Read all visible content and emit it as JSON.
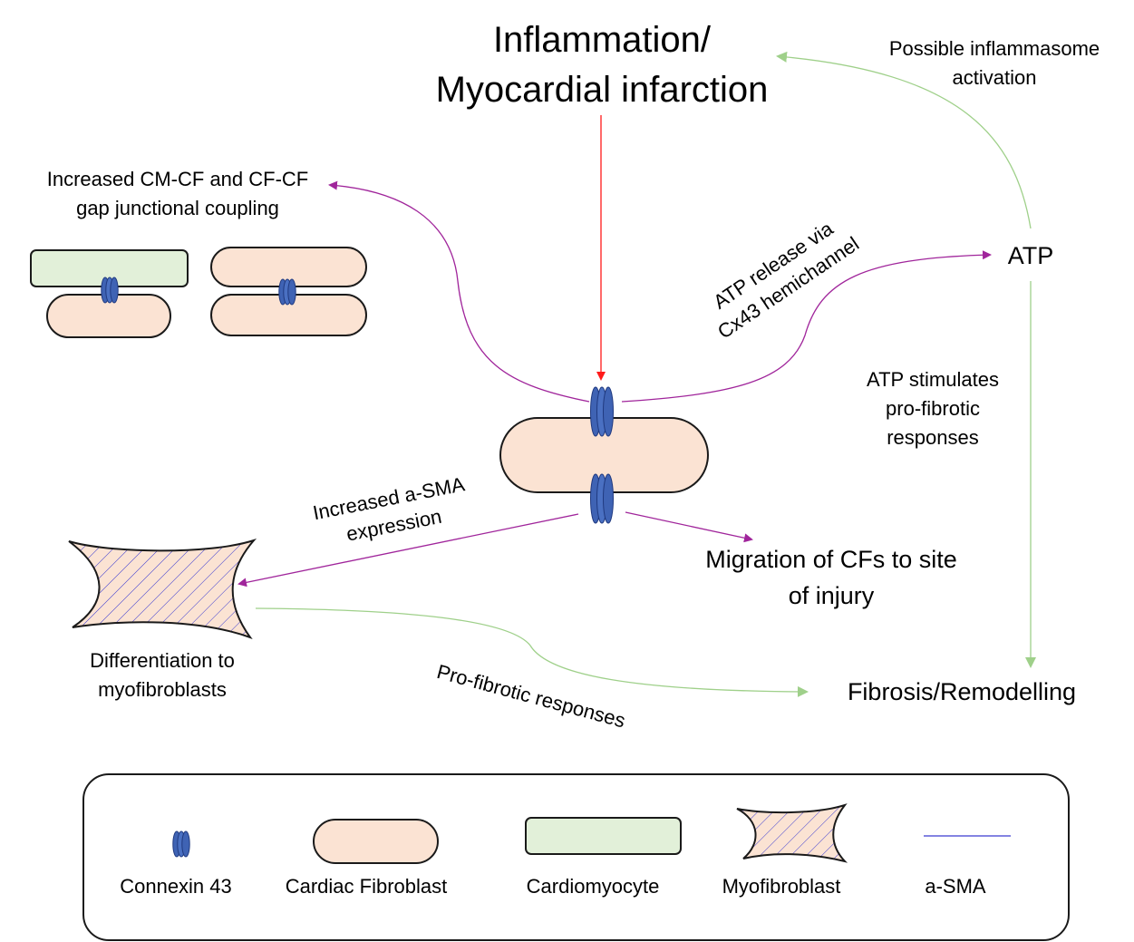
{
  "title": {
    "line1": "Inflammation/",
    "line2": "Myocardial infarction"
  },
  "labels": {
    "coupling_line1": "Increased CM-CF and CF-CF",
    "coupling_line2": "gap junctional coupling",
    "atp_release_line1": "ATP release via",
    "atp_release_line2": "Cx43 hemichannel",
    "atp": "ATP",
    "inflammasome_line1": "Possible inflammasome",
    "inflammasome_line2": "activation",
    "atp_stim_line1": "ATP stimulates",
    "atp_stim_line2": "pro-fibrotic",
    "atp_stim_line3": "responses",
    "asma_line1": "Increased a-SMA",
    "asma_line2": "expression",
    "migration_line1": "Migration of CFs to site",
    "migration_line2": "of injury",
    "diff_line1": "Differentiation to",
    "diff_line2": "myofibroblasts",
    "profibrotic": "Pro-fibrotic responses",
    "fibrosis": "Fibrosis/Remodelling"
  },
  "legend": {
    "items": [
      {
        "label": "Connexin 43",
        "icon": "connexin-icon"
      },
      {
        "label": "Cardiac Fibroblast",
        "icon": "fibroblast-icon"
      },
      {
        "label": "Cardiomyocyte",
        "icon": "cardiomyocyte-icon"
      },
      {
        "label": "Myofibroblast",
        "icon": "myofibroblast-icon"
      },
      {
        "label": "a-SMA",
        "icon": "asma-line-icon"
      }
    ]
  },
  "colors": {
    "fibroblast_fill": "#fbe3d3",
    "cardiomyocyte_fill": "#e2f0d9",
    "connexin_fill": "#3f63b4",
    "purple_arrow": "#a0259b",
    "green_arrow": "#9fd08a",
    "red_arrow": "#ff1a1a",
    "asma_line": "#3a3ad0"
  }
}
